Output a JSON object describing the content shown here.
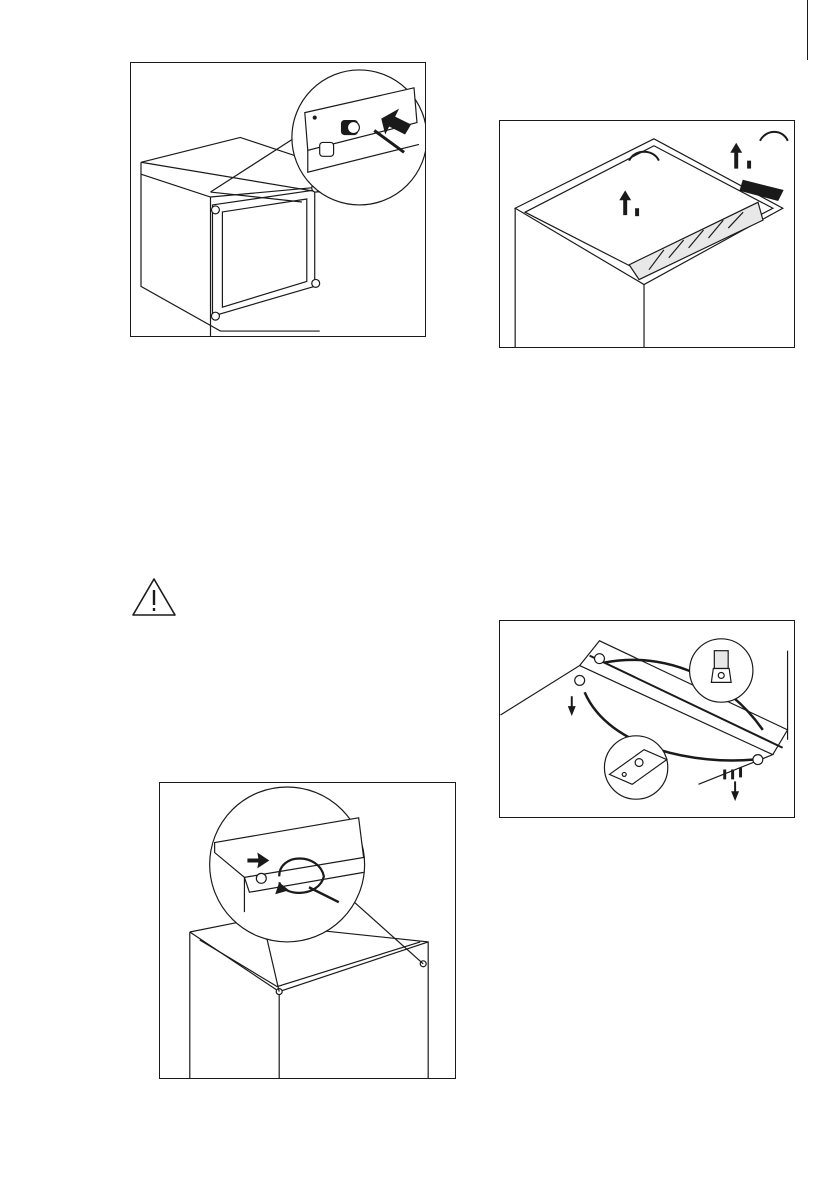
{
  "page": {
    "binding_edge": "right crop mark",
    "figures": [
      {
        "id": "fig1",
        "subject": "door-hinge-cover-removal",
        "icons": [
          "magnifier-circle",
          "push-arrow",
          "screwdriver"
        ]
      },
      {
        "id": "fig2",
        "subject": "top-hinge-cover-removal",
        "icons": [
          "up-arrow",
          "rotate-arrow",
          "screw"
        ]
      },
      {
        "id": "fig3",
        "subject": "bottom-hinge-swap",
        "icons": [
          "magnifier-circle",
          "down-arrow",
          "curved-arrow",
          "screw"
        ]
      },
      {
        "id": "fig4",
        "subject": "top-corner-screw-unscrew",
        "icons": [
          "magnifier-circle",
          "push-arrow",
          "rotate-arrow",
          "screwdriver"
        ]
      }
    ],
    "warning_icon": "warning-triangle-icon",
    "colors": {
      "line": "#1a1a1a",
      "fill": "#ffffff",
      "shade": "#e8e8e8"
    }
  }
}
